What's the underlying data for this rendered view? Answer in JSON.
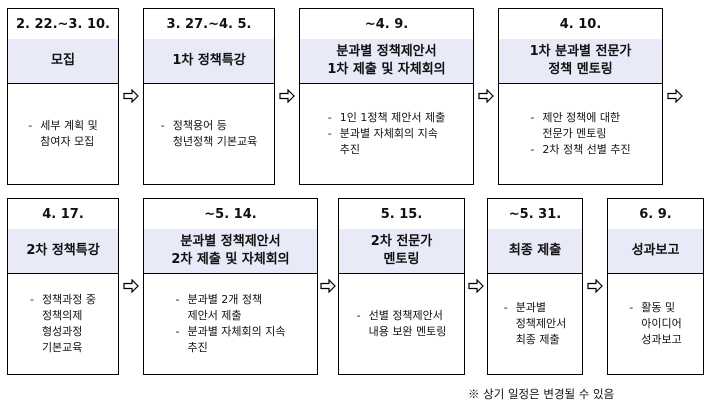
{
  "steps": [
    {
      "date": "2. 22.~3. 10.",
      "title": "모집",
      "items": [
        "세부 계획 및\n참여자 모집"
      ]
    },
    {
      "date": "3. 27.~4. 5.",
      "title": "1차 정책특강",
      "items": [
        "정책용어 등\n청년정책 기본교육"
      ]
    },
    {
      "date": "~4. 9.",
      "title": "분과별 정책제안서\n1차 제출 및 자체회의",
      "items": [
        "1인 1정책 제안서 제출",
        "분과별 자체회의 지속\n추진"
      ]
    },
    {
      "date": "4. 10.",
      "title": "1차 분과별 전문가\n정책 멘토링",
      "items": [
        "제안 정책에 대한\n전문가 멘토링",
        "2차 정책 선별 추진"
      ]
    },
    {
      "date": "4. 17.",
      "title": "2차 정책특강",
      "items": [
        "정책과정 중\n정책의제\n형성과정\n기본교육"
      ]
    },
    {
      "date": "~5. 14.",
      "title": "분과별 정책제안서\n2차 제출 및 자체회의",
      "items": [
        "분과별 2개 정책\n제안서 제출",
        "분과별 자체회의 지속\n추진"
      ]
    },
    {
      "date": "5. 15.",
      "title": "2차 전문가\n멘토링",
      "items": [
        "선별 정책제안서\n내용 보완 멘토링"
      ]
    },
    {
      "date": "~5. 31.",
      "title": "최종 제출",
      "items": [
        "분과별\n정책제안서\n최종 제출"
      ]
    },
    {
      "date": "6. 9.",
      "title": "성과보고",
      "items": [
        "활동 및\n아이디어\n성과보고"
      ]
    }
  ],
  "note": "※ 상기 일정은 변경될 수 있음"
}
